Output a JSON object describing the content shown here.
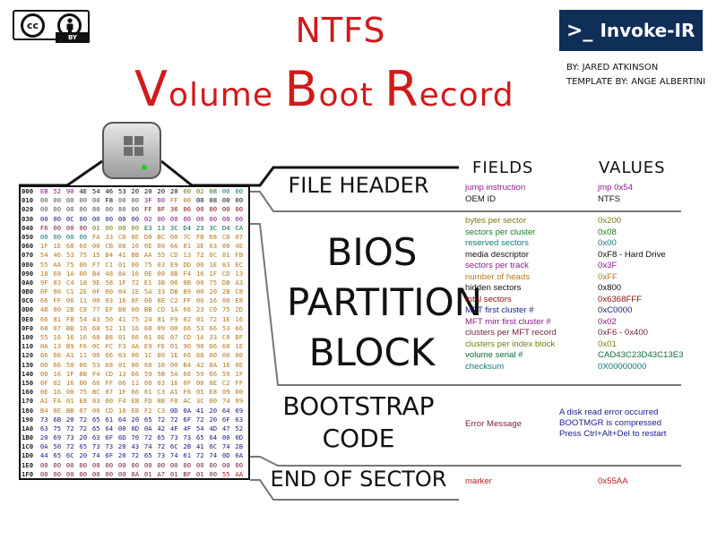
{
  "license": {
    "cc": "cc",
    "by": "BY",
    "person_icon": "person-icon"
  },
  "title": {
    "line1": "NTFS",
    "line2_parts": [
      "V",
      "olume ",
      "B",
      "oot ",
      "R",
      "ecord"
    ]
  },
  "brand": {
    "prompt": ">_",
    "name": "Invoke-IR"
  },
  "byline": {
    "author": "BY: JARED ATKINSON",
    "template": "TEMPLATE BY: ANGE ALBERTINI"
  },
  "columns": {
    "fields": "FIELDS",
    "values": "VALUES"
  },
  "sections": {
    "file_header": "FILE HEADER",
    "bpb": [
      "BIOS",
      "PARTITION",
      "BLOCK"
    ],
    "bootstrap": [
      "BOOTSTRAP",
      "CODE"
    ],
    "end": "END OF SECTOR"
  },
  "colors": {
    "title": "#d11a1a",
    "brand_bg": "#0f2f59",
    "purple": "#8b1a8b",
    "green": "#1e7a1e",
    "olive": "#7a7a10",
    "teal": "#0f7a7a",
    "orange": "#b8791c",
    "maroon": "#7a1f3d",
    "black": "#111111",
    "navy": "#1b1b8a",
    "darkgreen": "#0e6b39",
    "darkred": "#8a0f0f",
    "red": "#c11a1a"
  },
  "file_header_rows": [
    {
      "field": "jump instruction",
      "value": "jmp    0x54",
      "color": "#8b1a8b"
    },
    {
      "field": "OEM ID",
      "value": "NTFS",
      "color": "#111111"
    }
  ],
  "bpb_rows": [
    {
      "field": "bytes per sector",
      "value": "0x200",
      "color": "#7a7a10"
    },
    {
      "field": "sectors per cluster",
      "value": "0x08",
      "color": "#1e7a1e"
    },
    {
      "field": "reserved sectors",
      "value": "0x00",
      "color": "#0f7a7a"
    },
    {
      "field": "media descriptor",
      "value": "0xF8 - Hard Drive",
      "color": "#111111"
    },
    {
      "field": "sectors per track",
      "value": "0x3F",
      "color": "#8b1a8b"
    },
    {
      "field": "number of heads",
      "value": "0xFF",
      "color": "#b8791c"
    },
    {
      "field": "hidden sectors",
      "value": "0x800",
      "color": "#111111"
    },
    {
      "field": "total sectors",
      "value": "0x6368FFF",
      "color": "#8a0f0f"
    },
    {
      "field": "MFT first cluster #",
      "value": "0xC0000",
      "color": "#1b1b8a"
    },
    {
      "field": "MFT mirr first cluster #",
      "value": "0x02",
      "color": "#8b1a8b"
    },
    {
      "field": "clusters per MFT record",
      "value": "0xF6 - 0x400",
      "color": "#7a1f3d"
    },
    {
      "field": "clusters per index block",
      "value": "0x01",
      "color": "#7a7a10"
    },
    {
      "field": "volume serial #",
      "value": "CAD43C23D43C13E3",
      "color": "#0e6b39"
    },
    {
      "field": "checksum",
      "value": "0X00000000",
      "color": "#0f7a7a"
    }
  ],
  "bootstrap": {
    "field": "Error Message",
    "lines": [
      "A disk read error occurred",
      "BOOTMGR is compressed",
      "Press Ctrl+Alt+Del to restart"
    ]
  },
  "end_row": {
    "field": "marker",
    "value": "0x55AA",
    "color": "#c11a1a"
  },
  "hex_rows": [
    [
      "000",
      "EB",
      "52",
      "90",
      "4E",
      "54",
      "46",
      "53",
      "20",
      "20",
      "20",
      "20",
      "00",
      "02",
      "08",
      "00",
      "00"
    ],
    [
      "010",
      "00",
      "00",
      "00",
      "00",
      "00",
      "F8",
      "00",
      "00",
      "3F",
      "00",
      "FF",
      "00",
      "00",
      "08",
      "00",
      "00"
    ],
    [
      "020",
      "00",
      "00",
      "00",
      "00",
      "80",
      "00",
      "80",
      "00",
      "FF",
      "8F",
      "36",
      "06",
      "00",
      "00",
      "00",
      "00"
    ],
    [
      "030",
      "00",
      "00",
      "0C",
      "00",
      "00",
      "00",
      "00",
      "00",
      "02",
      "00",
      "00",
      "00",
      "00",
      "00",
      "00",
      "00"
    ],
    [
      "040",
      "F6",
      "00",
      "00",
      "00",
      "01",
      "00",
      "00",
      "00",
      "E3",
      "13",
      "3C",
      "D4",
      "23",
      "3C",
      "D4",
      "CA"
    ],
    [
      "050",
      "00",
      "00",
      "00",
      "00",
      "FA",
      "33",
      "C0",
      "8E",
      "D0",
      "BC",
      "00",
      "7C",
      "FB",
      "68",
      "C0",
      "07"
    ],
    [
      "060",
      "1F",
      "1E",
      "68",
      "66",
      "00",
      "CB",
      "88",
      "16",
      "0E",
      "00",
      "66",
      "81",
      "3E",
      "03",
      "00",
      "4E"
    ],
    [
      "070",
      "54",
      "46",
      "53",
      "75",
      "15",
      "B4",
      "41",
      "BB",
      "AA",
      "55",
      "CD",
      "13",
      "72",
      "0C",
      "81",
      "FB"
    ],
    [
      "080",
      "55",
      "AA",
      "75",
      "06",
      "F7",
      "C1",
      "01",
      "00",
      "75",
      "03",
      "E9",
      "DD",
      "00",
      "1E",
      "83",
      "EC"
    ],
    [
      "090",
      "18",
      "68",
      "1A",
      "00",
      "B4",
      "48",
      "8A",
      "16",
      "0E",
      "00",
      "8B",
      "F4",
      "16",
      "1F",
      "CD",
      "13"
    ],
    [
      "0A0",
      "9F",
      "83",
      "C4",
      "18",
      "9E",
      "58",
      "1F",
      "72",
      "E1",
      "3B",
      "06",
      "0B",
      "00",
      "75",
      "DB",
      "A3"
    ],
    [
      "0B0",
      "0F",
      "00",
      "C1",
      "2E",
      "0F",
      "00",
      "04",
      "1E",
      "5A",
      "33",
      "DB",
      "B9",
      "00",
      "20",
      "2B",
      "C8"
    ],
    [
      "0C0",
      "66",
      "FF",
      "06",
      "11",
      "00",
      "03",
      "16",
      "0F",
      "00",
      "8E",
      "C2",
      "FF",
      "06",
      "16",
      "00",
      "E8"
    ],
    [
      "0D0",
      "4B",
      "00",
      "2B",
      "C8",
      "77",
      "EF",
      "B8",
      "00",
      "BB",
      "CD",
      "1A",
      "66",
      "23",
      "C0",
      "75",
      "2D"
    ],
    [
      "0E0",
      "66",
      "81",
      "FB",
      "54",
      "43",
      "50",
      "41",
      "75",
      "24",
      "81",
      "F9",
      "02",
      "01",
      "72",
      "1E",
      "16"
    ],
    [
      "0F0",
      "68",
      "07",
      "BB",
      "16",
      "68",
      "52",
      "11",
      "16",
      "68",
      "09",
      "00",
      "66",
      "53",
      "66",
      "53",
      "66"
    ],
    [
      "100",
      "55",
      "16",
      "16",
      "16",
      "68",
      "B8",
      "01",
      "66",
      "61",
      "0E",
      "07",
      "CD",
      "1A",
      "33",
      "C0",
      "BF"
    ],
    [
      "110",
      "0A",
      "13",
      "B9",
      "F6",
      "0C",
      "FC",
      "F3",
      "AA",
      "E9",
      "FE",
      "01",
      "90",
      "90",
      "66",
      "60",
      "1E"
    ],
    [
      "120",
      "06",
      "66",
      "A1",
      "11",
      "00",
      "66",
      "03",
      "06",
      "1C",
      "00",
      "1E",
      "66",
      "68",
      "00",
      "00",
      "00"
    ],
    [
      "130",
      "00",
      "66",
      "50",
      "06",
      "53",
      "68",
      "01",
      "00",
      "68",
      "10",
      "00",
      "B4",
      "42",
      "8A",
      "16",
      "0E"
    ],
    [
      "140",
      "00",
      "16",
      "1F",
      "8B",
      "F4",
      "CD",
      "13",
      "66",
      "59",
      "5B",
      "5A",
      "66",
      "59",
      "66",
      "59",
      "1F"
    ],
    [
      "150",
      "0F",
      "82",
      "16",
      "00",
      "66",
      "FF",
      "06",
      "11",
      "00",
      "03",
      "16",
      "0F",
      "00",
      "8E",
      "C2",
      "FF"
    ],
    [
      "160",
      "0E",
      "16",
      "00",
      "75",
      "BC",
      "07",
      "1F",
      "66",
      "61",
      "C3",
      "A1",
      "F6",
      "01",
      "E8",
      "09",
      "00"
    ],
    [
      "170",
      "A1",
      "FA",
      "01",
      "E8",
      "03",
      "00",
      "F4",
      "EB",
      "FD",
      "8B",
      "F0",
      "AC",
      "3C",
      "00",
      "74",
      "09"
    ],
    [
      "180",
      "B4",
      "0E",
      "BB",
      "07",
      "00",
      "CD",
      "10",
      "EB",
      "F2",
      "C3",
      "0D",
      "0A",
      "41",
      "20",
      "64",
      "69"
    ],
    [
      "190",
      "73",
      "6B",
      "20",
      "72",
      "65",
      "61",
      "64",
      "20",
      "65",
      "72",
      "72",
      "6F",
      "72",
      "20",
      "6F",
      "63"
    ],
    [
      "1A0",
      "63",
      "75",
      "72",
      "72",
      "65",
      "64",
      "00",
      "0D",
      "0A",
      "42",
      "4F",
      "4F",
      "54",
      "4D",
      "47",
      "52"
    ],
    [
      "1B0",
      "20",
      "69",
      "73",
      "20",
      "63",
      "6F",
      "6D",
      "70",
      "72",
      "65",
      "73",
      "73",
      "65",
      "64",
      "00",
      "0D"
    ],
    [
      "1C0",
      "0A",
      "50",
      "72",
      "65",
      "73",
      "73",
      "20",
      "43",
      "74",
      "72",
      "6C",
      "2B",
      "41",
      "6C",
      "74",
      "2B"
    ],
    [
      "1D0",
      "44",
      "65",
      "6C",
      "20",
      "74",
      "6F",
      "20",
      "72",
      "65",
      "73",
      "74",
      "61",
      "72",
      "74",
      "0D",
      "0A"
    ],
    [
      "1E0",
      "00",
      "00",
      "00",
      "00",
      "00",
      "00",
      "00",
      "00",
      "00",
      "00",
      "00",
      "00",
      "00",
      "00",
      "00",
      "00"
    ],
    [
      "1F0",
      "00",
      "00",
      "00",
      "00",
      "00",
      "00",
      "00",
      "8A",
      "01",
      "A7",
      "01",
      "BF",
      "01",
      "00",
      "55",
      "AA"
    ]
  ]
}
